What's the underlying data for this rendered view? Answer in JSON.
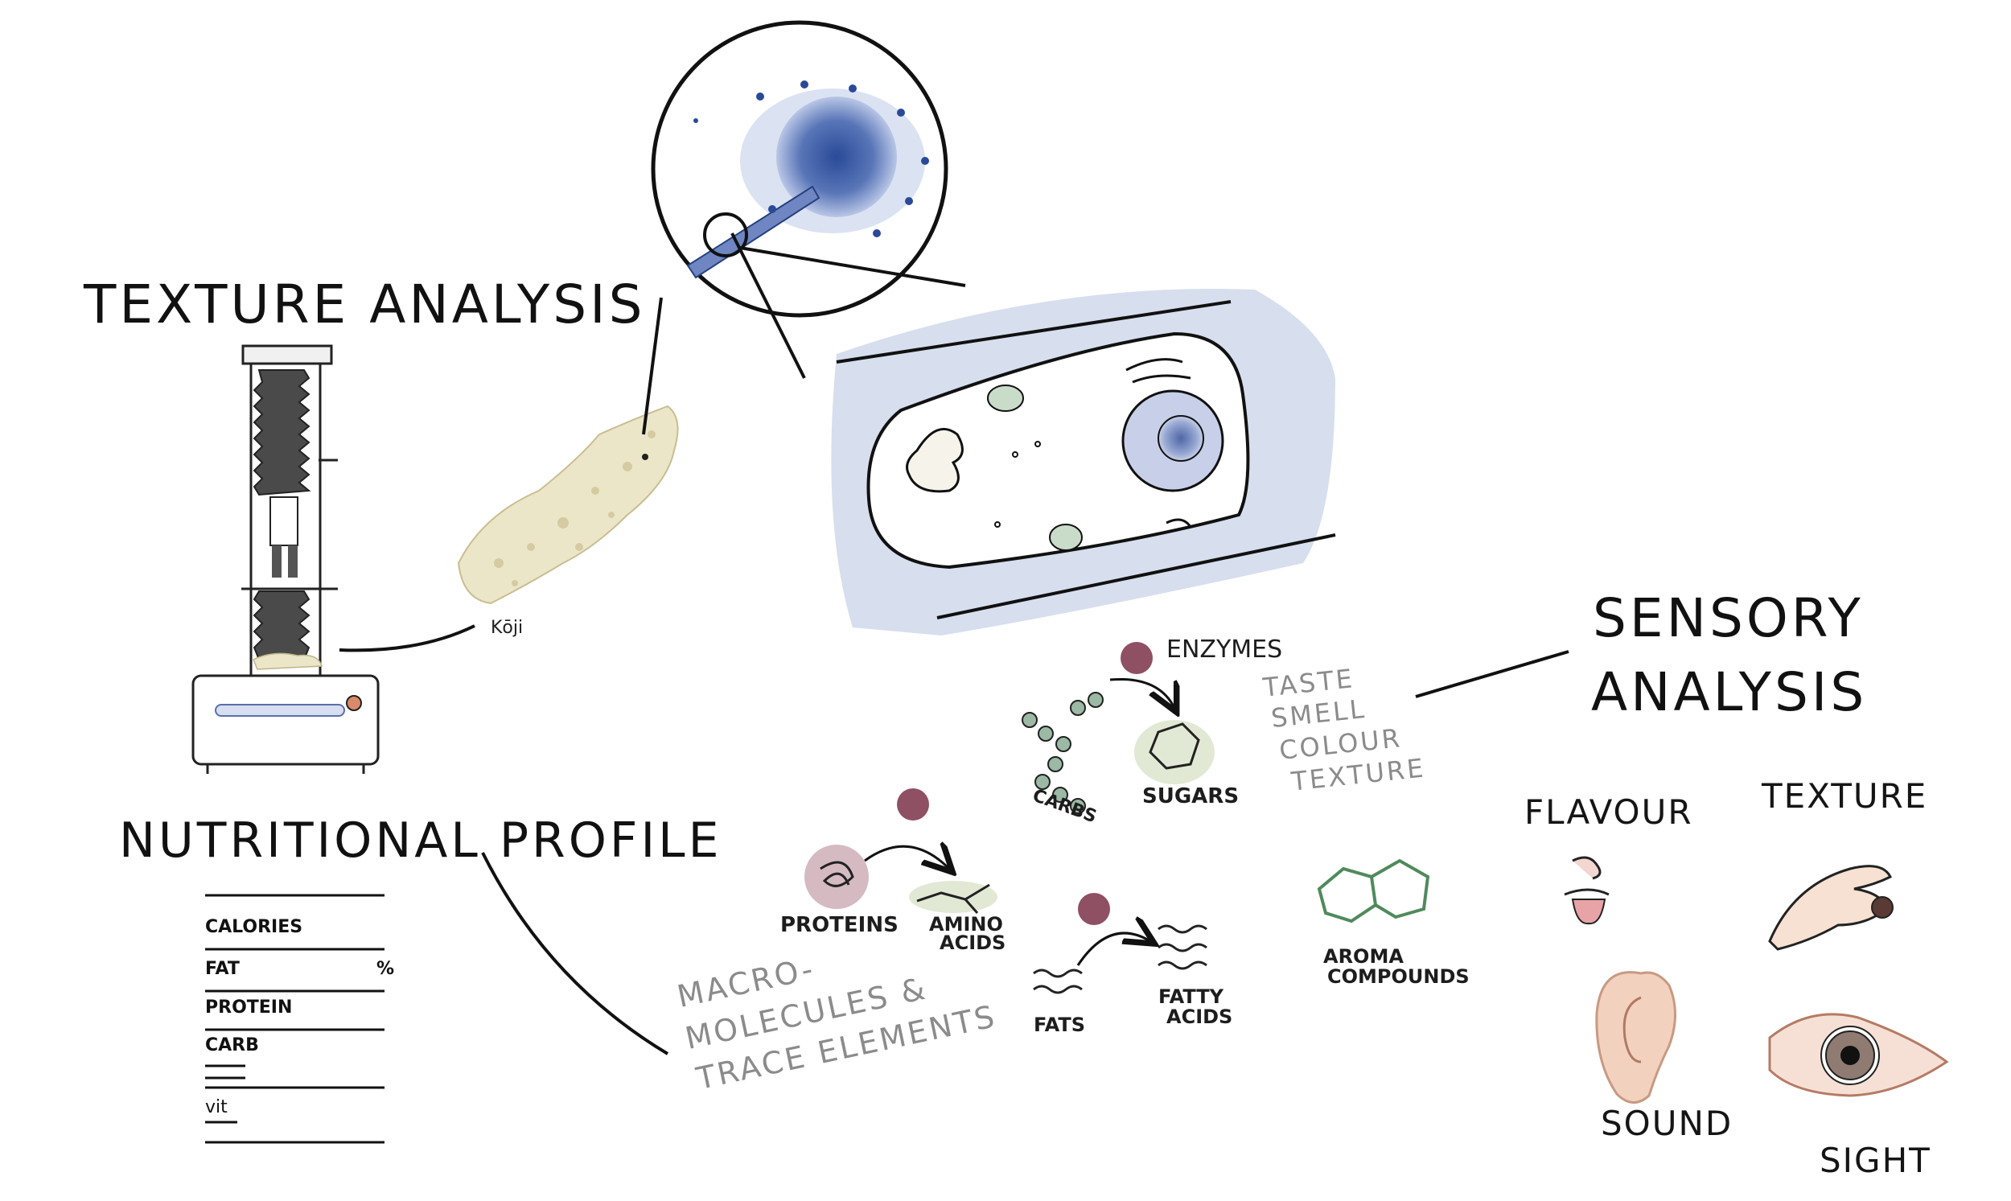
{
  "headings": {
    "texture_analysis": "TEXTURE ANALYSIS",
    "nutritional_profile": "NUTRITIONAL PROFILE",
    "sensory_analysis_line1": "SENSORY",
    "sensory_analysis_line2": "ANALYSIS"
  },
  "koji_label": "Kōji",
  "nutrition_table": {
    "calories": "CALORIES",
    "fat": "FAT",
    "percent": "%",
    "protein": "PROTEIN",
    "carb": "CARB",
    "vit": "vit"
  },
  "macro_label": {
    "line1": "MACRO-",
    "line2": "MOLECULES &",
    "line3": "TRACE ELEMENTS"
  },
  "molecules": {
    "enzymes": "ENZYMES",
    "carbs": "CARBS",
    "sugars": "SUGARS",
    "proteins": "PROTEINS",
    "amino_line1": "AMINO",
    "amino_line2": "ACIDS",
    "fats": "FATS",
    "fatty_line1": "FATTY",
    "fatty_line2": "ACIDS",
    "aroma_line1": "AROMA",
    "aroma_line2": "COMPOUNDS"
  },
  "sensory_attributes": {
    "taste": "TASTE",
    "smell": "SMELL",
    "colour": "COLOUR",
    "texture": "TEXTURE"
  },
  "senses": {
    "flavour": "FLAVOUR",
    "texture": "TEXTURE",
    "sound": "SOUND",
    "sight": "SIGHT"
  },
  "colors": {
    "ink": "#151515",
    "cell_blue": "#8ea4cf",
    "spore_blue": "#2f4f9a",
    "koji_cream": "#ece6c8",
    "enzyme_red": "#8a3a4c",
    "mol_green": "#7fa98a",
    "note_grey": "#8b8b8b"
  },
  "icons": [
    "texture-analyser-icon",
    "koji-icon",
    "fungus-spore-icon",
    "cell-icon",
    "enzyme-icon",
    "carb-chain-icon",
    "sugar-ring-icon",
    "protein-icon",
    "amino-acid-icon",
    "fat-icon",
    "fatty-acid-icon",
    "aroma-compound-icon",
    "nose-mouth-icon",
    "hand-pinch-icon",
    "ear-icon",
    "eye-icon"
  ]
}
